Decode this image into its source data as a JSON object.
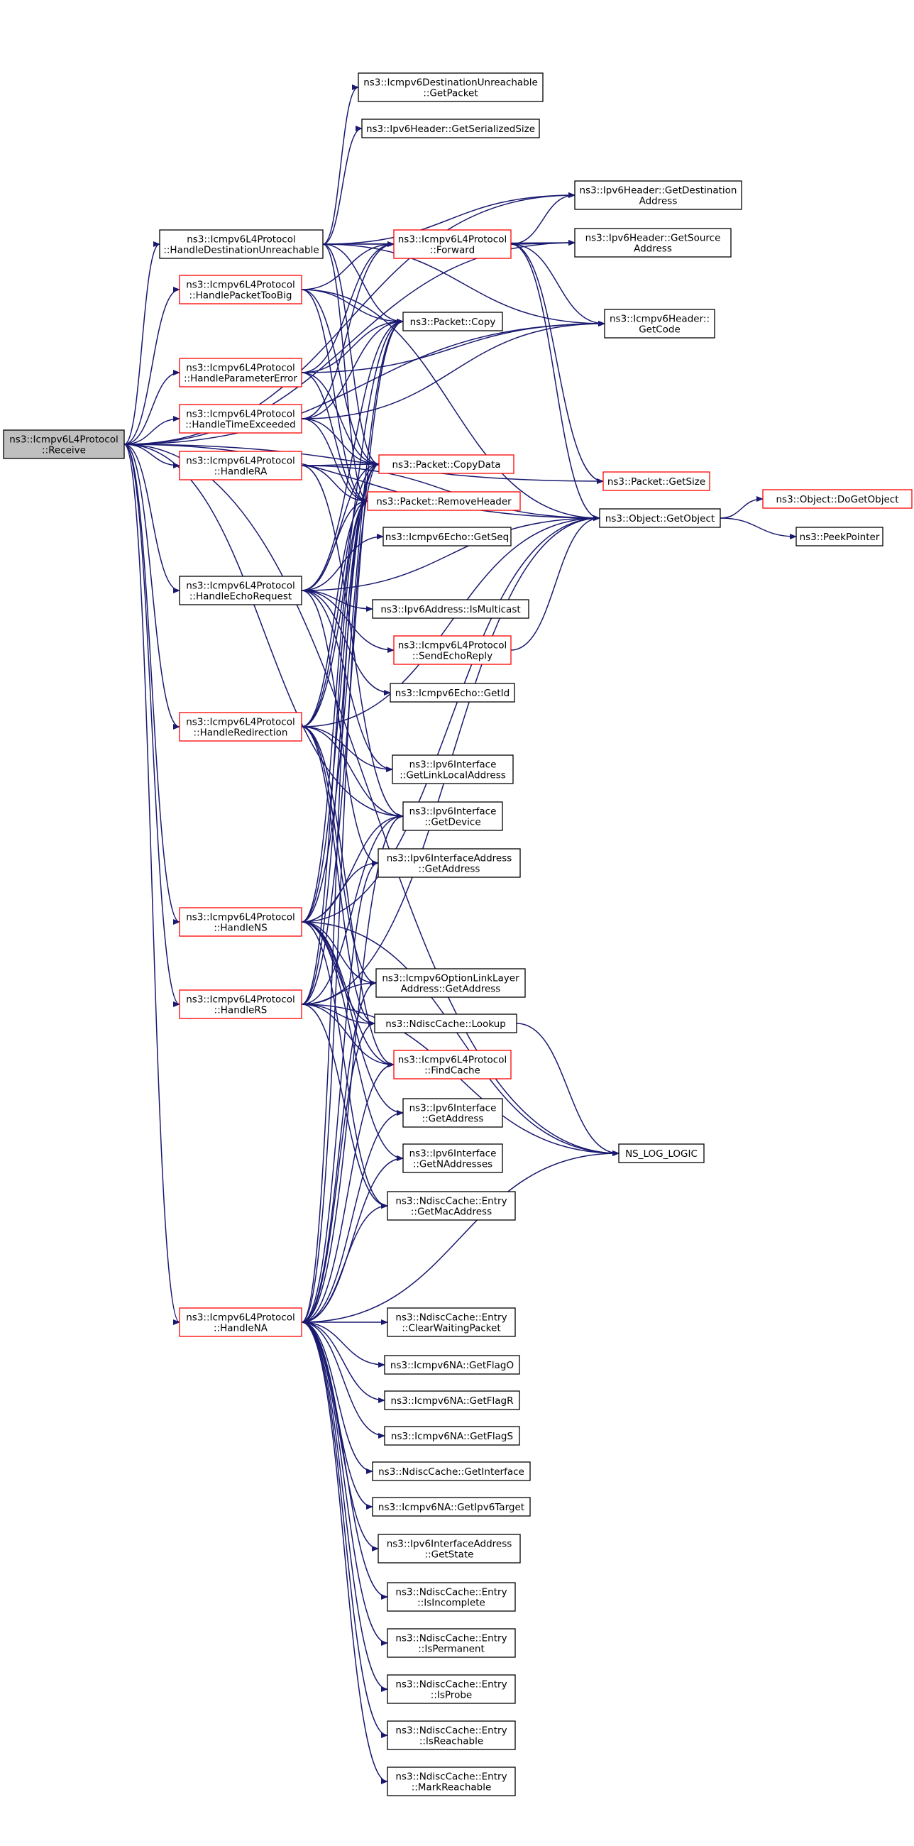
{
  "colors": {
    "edge": "#191970",
    "node_border_black": "#000000",
    "node_border_red": "#ff0000",
    "root_fill": "#bfbfbf",
    "node_fill": "#ffffff"
  },
  "nodes": [
    {
      "id": "receive",
      "lines": [
        "ns3::Icmpv6L4Protocol",
        "::Receive"
      ],
      "style": "root"
    },
    {
      "id": "destunreach",
      "lines": [
        "ns3::Icmpv6L4Protocol",
        "::HandleDestinationUnreachable"
      ],
      "style": "black"
    },
    {
      "id": "toobig",
      "lines": [
        "ns3::Icmpv6L4Protocol",
        "::HandlePacketTooBig"
      ],
      "style": "red"
    },
    {
      "id": "paramerror",
      "lines": [
        "ns3::Icmpv6L4Protocol",
        "::HandleParameterError"
      ],
      "style": "red"
    },
    {
      "id": "timeexceeded",
      "lines": [
        "ns3::Icmpv6L4Protocol",
        "::HandleTimeExceeded"
      ],
      "style": "red"
    },
    {
      "id": "handlera",
      "lines": [
        "ns3::Icmpv6L4Protocol",
        "::HandleRA"
      ],
      "style": "red"
    },
    {
      "id": "echorequest",
      "lines": [
        "ns3::Icmpv6L4Protocol",
        "::HandleEchoRequest"
      ],
      "style": "black"
    },
    {
      "id": "redirection",
      "lines": [
        "ns3::Icmpv6L4Protocol",
        "::HandleRedirection"
      ],
      "style": "red"
    },
    {
      "id": "handlens",
      "lines": [
        "ns3::Icmpv6L4Protocol",
        "::HandleNS"
      ],
      "style": "red"
    },
    {
      "id": "handlers",
      "lines": [
        "ns3::Icmpv6L4Protocol",
        "::HandleRS"
      ],
      "style": "red"
    },
    {
      "id": "handlena",
      "lines": [
        "ns3::Icmpv6L4Protocol",
        "::HandleNA"
      ],
      "style": "red"
    },
    {
      "id": "du_getpacket",
      "lines": [
        "ns3::Icmpv6DestinationUnreachable",
        "::GetPacket"
      ],
      "style": "black"
    },
    {
      "id": "serializedsize",
      "lines": [
        "ns3::Ipv6Header::GetSerializedSize"
      ],
      "style": "black"
    },
    {
      "id": "forward",
      "lines": [
        "ns3::Icmpv6L4Protocol",
        "::Forward"
      ],
      "style": "red"
    },
    {
      "id": "packetcopy",
      "lines": [
        "ns3::Packet::Copy"
      ],
      "style": "black"
    },
    {
      "id": "copydata",
      "lines": [
        "ns3::Packet::CopyData"
      ],
      "style": "red"
    },
    {
      "id": "removeheader",
      "lines": [
        "ns3::Packet::RemoveHeader"
      ],
      "style": "red"
    },
    {
      "id": "echogetseq",
      "lines": [
        "ns3::Icmpv6Echo::GetSeq"
      ],
      "style": "black"
    },
    {
      "id": "ismulticast",
      "lines": [
        "ns3::Ipv6Address::IsMulticast"
      ],
      "style": "black"
    },
    {
      "id": "sendechoreply",
      "lines": [
        "ns3::Icmpv6L4Protocol",
        "::SendEchoReply"
      ],
      "style": "red"
    },
    {
      "id": "echogetid",
      "lines": [
        "ns3::Icmpv6Echo::GetId"
      ],
      "style": "black"
    },
    {
      "id": "getlinklocal",
      "lines": [
        "ns3::Ipv6Interface",
        "::GetLinkLocalAddress"
      ],
      "style": "black"
    },
    {
      "id": "getdevice",
      "lines": [
        "ns3::Ipv6Interface",
        "::GetDevice"
      ],
      "style": "black"
    },
    {
      "id": "ifaddrgetaddress",
      "lines": [
        "ns3::Ipv6InterfaceAddress",
        "::GetAddress"
      ],
      "style": "black"
    },
    {
      "id": "optlinklayer",
      "lines": [
        "ns3::Icmpv6OptionLinkLayer",
        "Address::GetAddress"
      ],
      "style": "black"
    },
    {
      "id": "ndisclookup",
      "lines": [
        "ns3::NdiscCache::Lookup"
      ],
      "style": "black"
    },
    {
      "id": "findcache",
      "lines": [
        "ns3::Icmpv6L4Protocol",
        "::FindCache"
      ],
      "style": "red"
    },
    {
      "id": "ifgetaddress",
      "lines": [
        "ns3::Ipv6Interface",
        "::GetAddress"
      ],
      "style": "black"
    },
    {
      "id": "getnaddresses",
      "lines": [
        "ns3::Ipv6Interface",
        "::GetNAddresses"
      ],
      "style": "black"
    },
    {
      "id": "getmacaddress",
      "lines": [
        "ns3::NdiscCache::Entry",
        "::GetMacAddress"
      ],
      "style": "black"
    },
    {
      "id": "clearwaiting",
      "lines": [
        "ns3::NdiscCache::Entry",
        "::ClearWaitingPacket"
      ],
      "style": "black"
    },
    {
      "id": "getflago",
      "lines": [
        "ns3::Icmpv6NA::GetFlagO"
      ],
      "style": "black"
    },
    {
      "id": "getflagr",
      "lines": [
        "ns3::Icmpv6NA::GetFlagR"
      ],
      "style": "black"
    },
    {
      "id": "getflags",
      "lines": [
        "ns3::Icmpv6NA::GetFlagS"
      ],
      "style": "black"
    },
    {
      "id": "getinterface",
      "lines": [
        "ns3::NdiscCache::GetInterface"
      ],
      "style": "black"
    },
    {
      "id": "getipv6target",
      "lines": [
        "ns3::Icmpv6NA::GetIpv6Target"
      ],
      "style": "black"
    },
    {
      "id": "getstate",
      "lines": [
        "ns3::Ipv6InterfaceAddress",
        "::GetState"
      ],
      "style": "black"
    },
    {
      "id": "isincomplete",
      "lines": [
        "ns3::NdiscCache::Entry",
        "::IsIncomplete"
      ],
      "style": "black"
    },
    {
      "id": "ispermanent",
      "lines": [
        "ns3::NdiscCache::Entry",
        "::IsPermanent"
      ],
      "style": "black"
    },
    {
      "id": "isprobe",
      "lines": [
        "ns3::NdiscCache::Entry",
        "::IsProbe"
      ],
      "style": "black"
    },
    {
      "id": "isreachable",
      "lines": [
        "ns3::NdiscCache::Entry",
        "::IsReachable"
      ],
      "style": "black"
    },
    {
      "id": "markreachable",
      "lines": [
        "ns3::NdiscCache::Entry",
        "::MarkReachable"
      ],
      "style": "black"
    },
    {
      "id": "getdestination",
      "lines": [
        "ns3::Ipv6Header::GetDestination",
        "Address"
      ],
      "style": "black"
    },
    {
      "id": "getsource",
      "lines": [
        "ns3::Ipv6Header::GetSource",
        "Address"
      ],
      "style": "black"
    },
    {
      "id": "getcode",
      "lines": [
        "ns3::Icmpv6Header::",
        "GetCode"
      ],
      "style": "black"
    },
    {
      "id": "getsize",
      "lines": [
        "ns3::Packet::GetSize"
      ],
      "style": "red"
    },
    {
      "id": "getobject",
      "lines": [
        "ns3::Object::GetObject"
      ],
      "style": "black"
    },
    {
      "id": "nslog",
      "lines": [
        "NS_LOG_LOGIC"
      ],
      "style": "black"
    },
    {
      "id": "dogetobject",
      "lines": [
        "ns3::Object::DoGetObject"
      ],
      "style": "red"
    },
    {
      "id": "peekpointer",
      "lines": [
        "ns3::PeekPointer"
      ],
      "style": "black"
    }
  ],
  "edges": [
    [
      "receive",
      "destunreach"
    ],
    [
      "receive",
      "toobig"
    ],
    [
      "receive",
      "paramerror"
    ],
    [
      "receive",
      "timeexceeded"
    ],
    [
      "receive",
      "handlera"
    ],
    [
      "receive",
      "echorequest"
    ],
    [
      "receive",
      "redirection"
    ],
    [
      "receive",
      "handlens"
    ],
    [
      "receive",
      "handlers"
    ],
    [
      "receive",
      "handlena"
    ],
    [
      "receive",
      "getdestination"
    ],
    [
      "receive",
      "getsource"
    ],
    [
      "receive",
      "getcode"
    ],
    [
      "receive",
      "getsize"
    ],
    [
      "receive",
      "getobject"
    ],
    [
      "receive",
      "getdevice"
    ],
    [
      "receive",
      "nslog"
    ],
    [
      "destunreach",
      "du_getpacket"
    ],
    [
      "destunreach",
      "serializedsize"
    ],
    [
      "destunreach",
      "forward"
    ],
    [
      "destunreach",
      "packetcopy"
    ],
    [
      "destunreach",
      "copydata"
    ],
    [
      "destunreach",
      "removeheader"
    ],
    [
      "destunreach",
      "getdestination"
    ],
    [
      "destunreach",
      "getsource"
    ],
    [
      "destunreach",
      "getcode"
    ],
    [
      "toobig",
      "forward"
    ],
    [
      "toobig",
      "packetcopy"
    ],
    [
      "toobig",
      "copydata"
    ],
    [
      "toobig",
      "removeheader"
    ],
    [
      "toobig",
      "getobject"
    ],
    [
      "paramerror",
      "forward"
    ],
    [
      "paramerror",
      "packetcopy"
    ],
    [
      "paramerror",
      "copydata"
    ],
    [
      "paramerror",
      "removeheader"
    ],
    [
      "paramerror",
      "getcode"
    ],
    [
      "timeexceeded",
      "forward"
    ],
    [
      "timeexceeded",
      "packetcopy"
    ],
    [
      "timeexceeded",
      "copydata"
    ],
    [
      "timeexceeded",
      "removeheader"
    ],
    [
      "timeexceeded",
      "getcode"
    ],
    [
      "handlera",
      "copydata"
    ],
    [
      "handlera",
      "removeheader"
    ],
    [
      "handlera",
      "getobject"
    ],
    [
      "handlera",
      "getdevice"
    ],
    [
      "echorequest",
      "packetcopy"
    ],
    [
      "echorequest",
      "copydata"
    ],
    [
      "echorequest",
      "removeheader"
    ],
    [
      "echorequest",
      "echogetseq"
    ],
    [
      "echorequest",
      "ismulticast"
    ],
    [
      "echorequest",
      "sendechoreply"
    ],
    [
      "echorequest",
      "echogetid"
    ],
    [
      "echorequest",
      "getlinklocal"
    ],
    [
      "echorequest",
      "getobject"
    ],
    [
      "echorequest",
      "ifaddrgetaddress"
    ],
    [
      "redirection",
      "packetcopy"
    ],
    [
      "redirection",
      "copydata"
    ],
    [
      "redirection",
      "removeheader"
    ],
    [
      "redirection",
      "getlinklocal"
    ],
    [
      "redirection",
      "getdevice"
    ],
    [
      "redirection",
      "optlinklayer"
    ],
    [
      "redirection",
      "ndisclookup"
    ],
    [
      "redirection",
      "findcache"
    ],
    [
      "redirection",
      "getobject"
    ],
    [
      "handlens",
      "packetcopy"
    ],
    [
      "handlens",
      "copydata"
    ],
    [
      "handlens",
      "removeheader"
    ],
    [
      "handlens",
      "getdevice"
    ],
    [
      "handlens",
      "ifaddrgetaddress"
    ],
    [
      "handlens",
      "optlinklayer"
    ],
    [
      "handlens",
      "ndisclookup"
    ],
    [
      "handlens",
      "findcache"
    ],
    [
      "handlens",
      "ifgetaddress"
    ],
    [
      "handlens",
      "getnaddresses"
    ],
    [
      "handlens",
      "getmacaddress"
    ],
    [
      "handlens",
      "getobject"
    ],
    [
      "handlens",
      "nslog"
    ],
    [
      "handlers",
      "packetcopy"
    ],
    [
      "handlers",
      "copydata"
    ],
    [
      "handlers",
      "removeheader"
    ],
    [
      "handlers",
      "getdevice"
    ],
    [
      "handlers",
      "optlinklayer"
    ],
    [
      "handlers",
      "ndisclookup"
    ],
    [
      "handlers",
      "findcache"
    ],
    [
      "handlers",
      "getmacaddress"
    ],
    [
      "handlers",
      "getobject"
    ],
    [
      "handlers",
      "nslog"
    ],
    [
      "handlena",
      "copydata"
    ],
    [
      "handlena",
      "removeheader"
    ],
    [
      "handlena",
      "getdevice"
    ],
    [
      "handlena",
      "ifaddrgetaddress"
    ],
    [
      "handlena",
      "optlinklayer"
    ],
    [
      "handlena",
      "ndisclookup"
    ],
    [
      "handlena",
      "findcache"
    ],
    [
      "handlena",
      "ifgetaddress"
    ],
    [
      "handlena",
      "getnaddresses"
    ],
    [
      "handlena",
      "getmacaddress"
    ],
    [
      "handlena",
      "clearwaiting"
    ],
    [
      "handlena",
      "getflago"
    ],
    [
      "handlena",
      "getflagr"
    ],
    [
      "handlena",
      "getflags"
    ],
    [
      "handlena",
      "getinterface"
    ],
    [
      "handlena",
      "getipv6target"
    ],
    [
      "handlena",
      "getstate"
    ],
    [
      "handlena",
      "isincomplete"
    ],
    [
      "handlena",
      "ispermanent"
    ],
    [
      "handlena",
      "isprobe"
    ],
    [
      "handlena",
      "isreachable"
    ],
    [
      "handlena",
      "markreachable"
    ],
    [
      "handlena",
      "nslog"
    ],
    [
      "forward",
      "getdestination"
    ],
    [
      "forward",
      "getsource"
    ],
    [
      "forward",
      "getcode"
    ],
    [
      "forward",
      "getobject"
    ],
    [
      "forward",
      "getsize"
    ],
    [
      "sendechoreply",
      "getobject"
    ],
    [
      "ndisclookup",
      "nslog"
    ],
    [
      "getobject",
      "dogetobject"
    ],
    [
      "getobject",
      "peekpointer"
    ]
  ]
}
